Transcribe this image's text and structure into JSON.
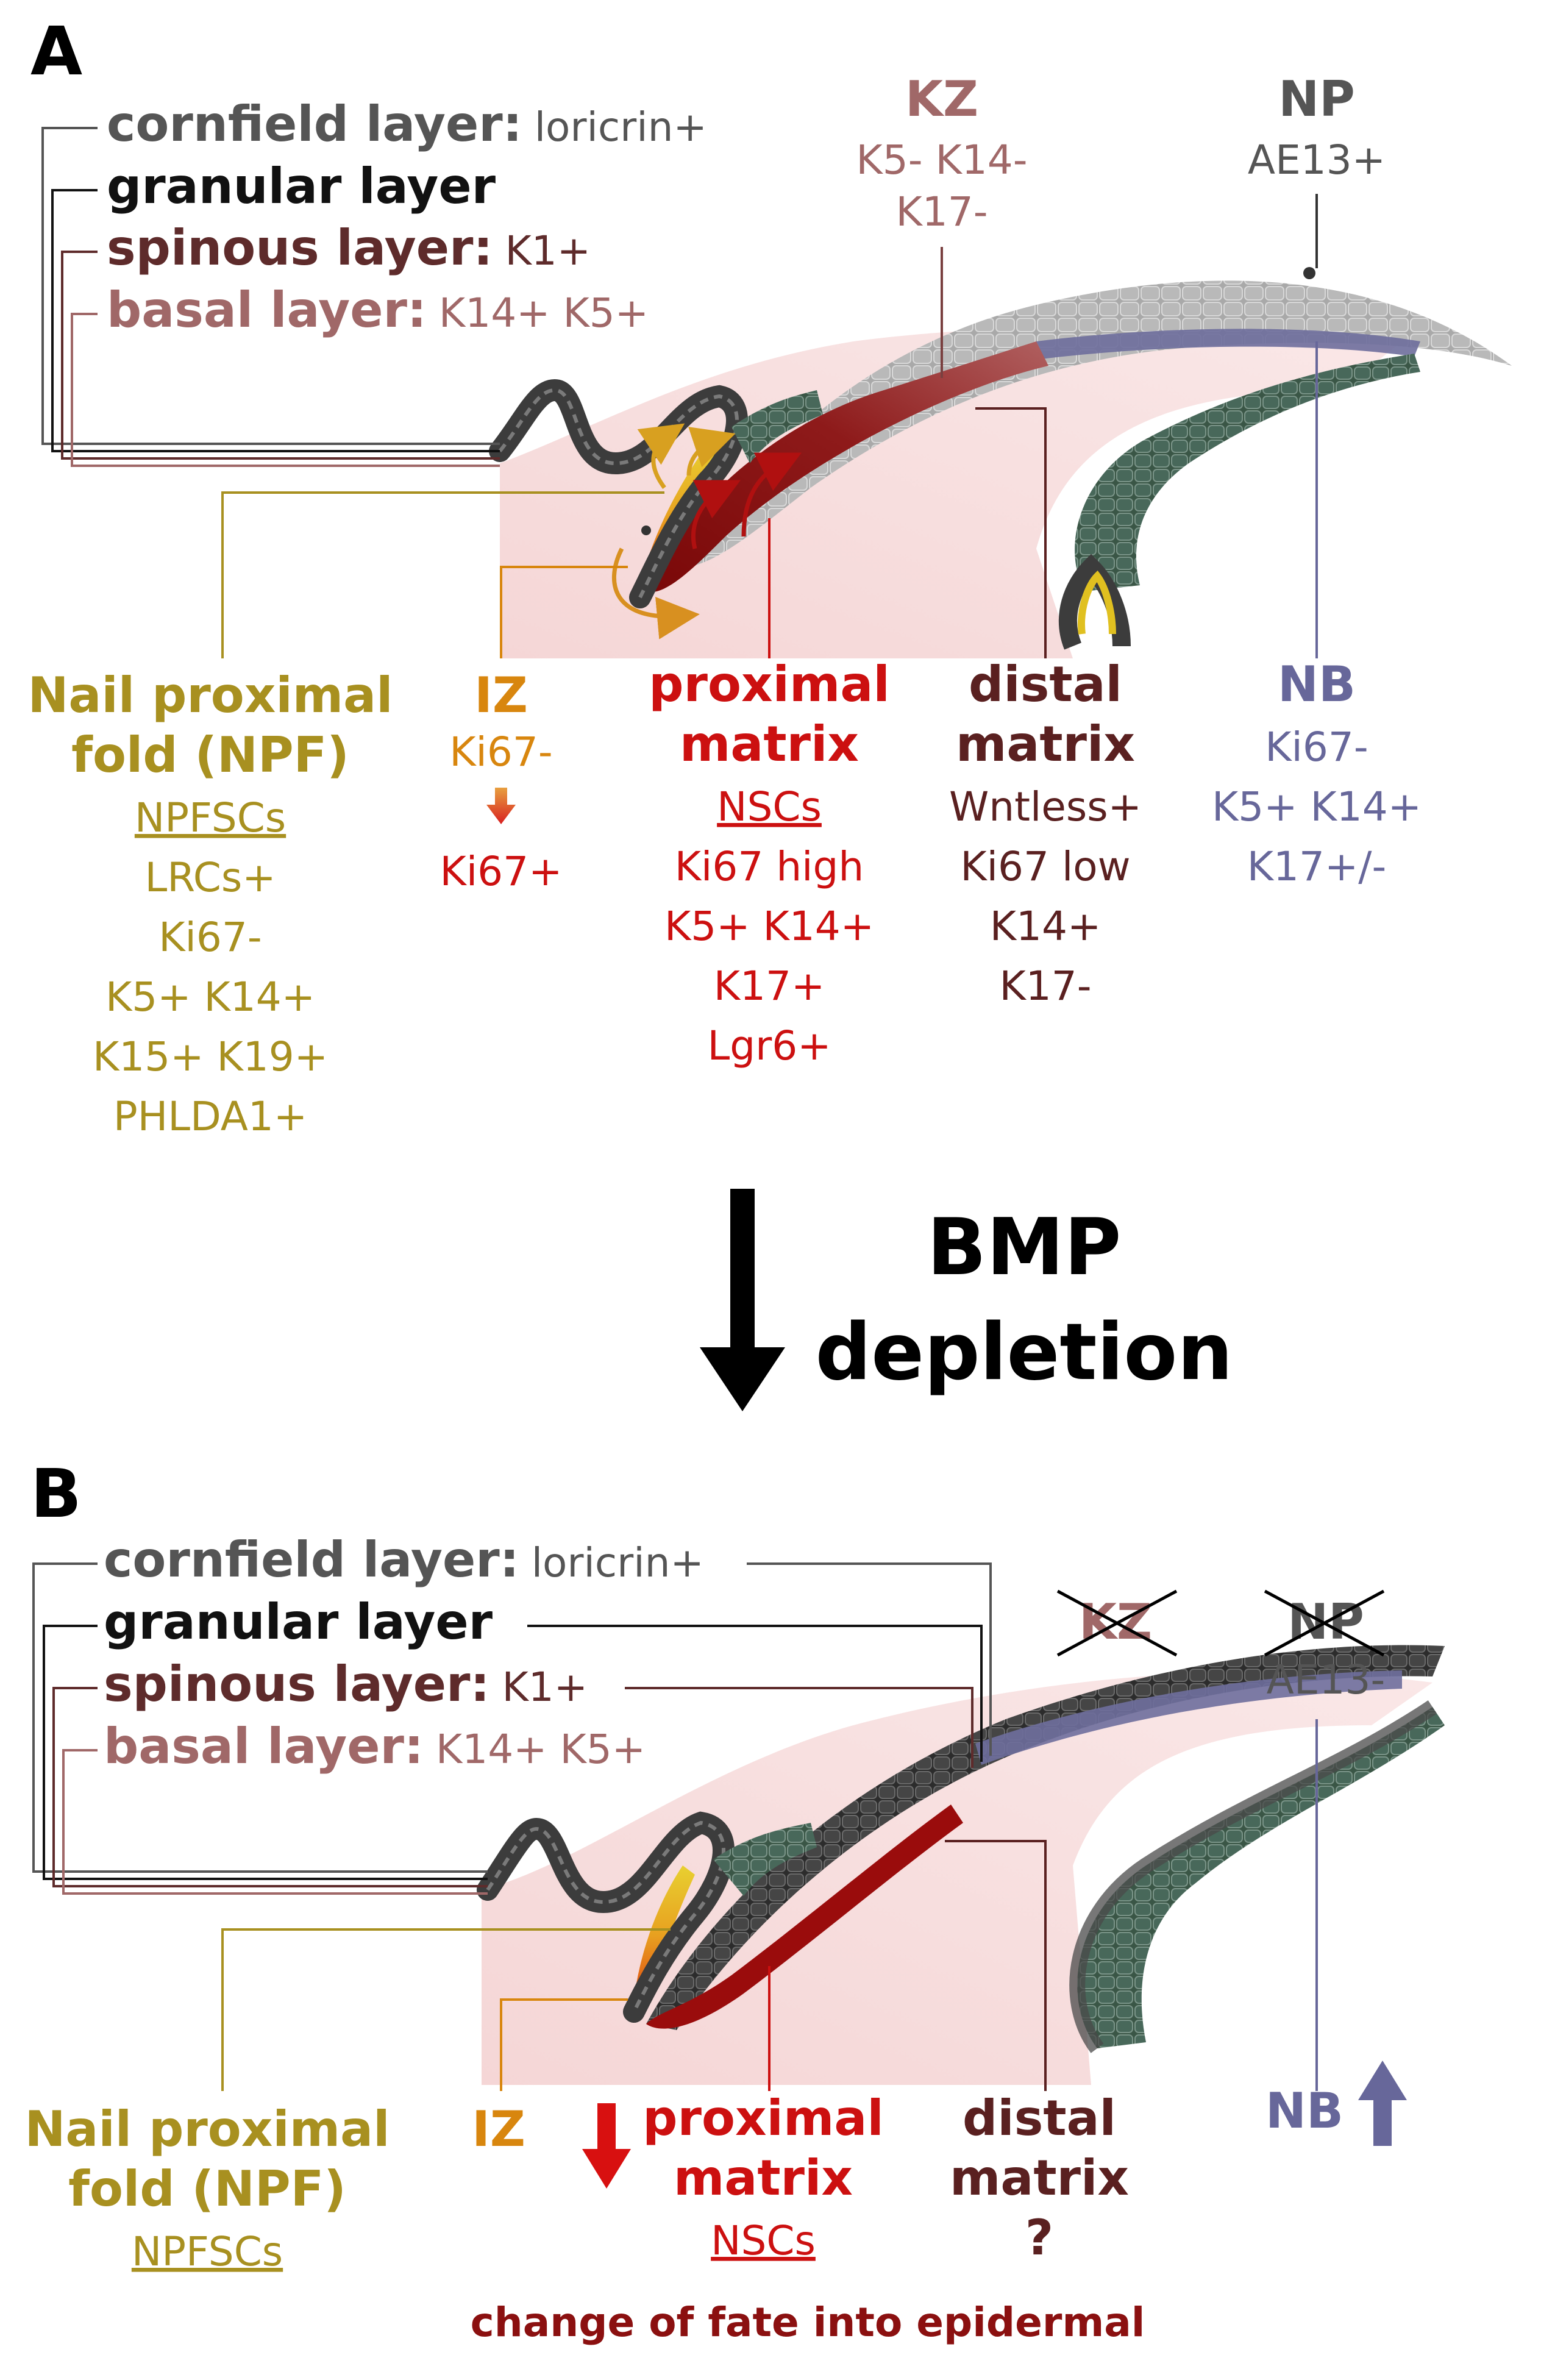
{
  "panel_a": {
    "letter": "A",
    "layers": {
      "cornfield_name": "cornfield layer:",
      "cornfield_marker": "loricrin+",
      "granular_name": "granular layer",
      "spinous_name": "spinous layer:",
      "spinous_marker": "K1+",
      "basal_name": "basal layer:",
      "basal_marker": "K14+ K5+"
    },
    "kz": {
      "title": "KZ",
      "line1": "K5- K14-",
      "line2": "K17-"
    },
    "np": {
      "title": "NP",
      "line1": "AE13+"
    },
    "npf": {
      "title1": "Nail proximal",
      "title2": "fold (NPF)",
      "cells": "NPFSCs",
      "markers": [
        "LRCs+",
        "Ki67-",
        "K5+ K14+",
        "K15+ K19+",
        "PHLDA1+"
      ]
    },
    "iz": {
      "title": "IZ",
      "from": "Ki67-",
      "to": "Ki67+"
    },
    "proximal_matrix": {
      "title1": "proximal",
      "title2": "matrix",
      "cells": "NSCs",
      "markers": [
        "Ki67 high",
        "K5+ K14+",
        "K17+",
        "Lgr6+"
      ]
    },
    "distal_matrix": {
      "title1": "distal",
      "title2": "matrix",
      "markers": [
        "Wntless+",
        "Ki67 low",
        "K14+",
        "K17-"
      ]
    },
    "nb": {
      "title": "NB",
      "markers": [
        "Ki67-",
        "K5+ K14+",
        "K17+/-"
      ]
    }
  },
  "transition": {
    "line1": "BMP",
    "line2": "depletion"
  },
  "panel_b": {
    "letter": "B",
    "layers": {
      "cornfield_name": "cornfield layer:",
      "cornfield_marker": "loricrin+",
      "granular_name": "granular layer",
      "spinous_name": "spinous layer:",
      "spinous_marker": "K1+",
      "basal_name": "basal layer:",
      "basal_marker": "K14+ K5+"
    },
    "kz": {
      "title": "KZ"
    },
    "np": {
      "title": "NP",
      "line1": "AE13-"
    },
    "npf": {
      "title1": "Nail proximal",
      "title2": "fold (NPF)",
      "cells": "NPFSCs"
    },
    "iz": {
      "title": "IZ"
    },
    "proximal_matrix": {
      "title1": "proximal",
      "title2": "matrix",
      "cells": "NSCs"
    },
    "distal_matrix": {
      "title1": "distal",
      "title2": "matrix",
      "unknown": "?"
    },
    "nb": {
      "title": "NB"
    },
    "fate": "change of fate into epidermal"
  },
  "colors": {
    "cornfield": "#555555",
    "granular": "#111111",
    "spinous": "#5e2b2b",
    "basal": "#a06868",
    "npf": "#a89020",
    "iz": "#d8860e",
    "proximal": "#cc1010",
    "distal": "#5a2020",
    "nb": "#67679a",
    "kz": "#a06868",
    "np": "#555555",
    "fate": "#8b1010",
    "green_tissue": "#3d5a4c",
    "plate_gray": "#a8a8a8"
  }
}
